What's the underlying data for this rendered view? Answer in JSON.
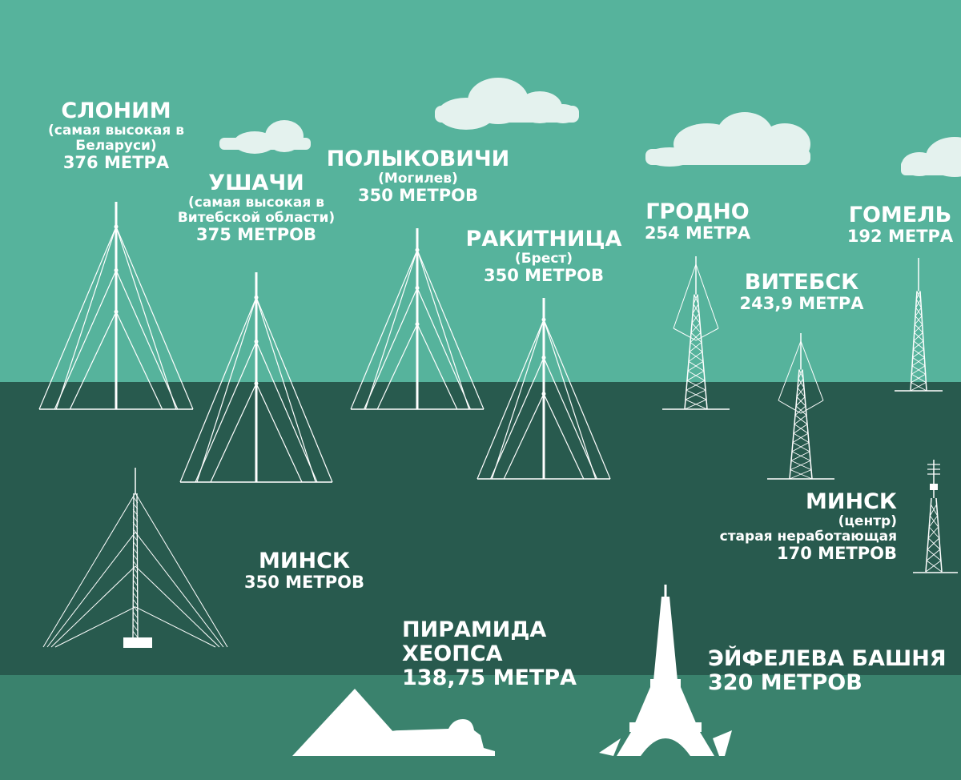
{
  "colors": {
    "sky": "#56b39c",
    "middle": "#285a4e",
    "ground": "#3a826d",
    "line": "#ffffff"
  },
  "towers": [
    {
      "id": "slonim",
      "name": "СЛОНИМ",
      "note": "(самая высокая в Беларуси)",
      "height_text": "376 МЕТРА",
      "height_m": 376
    },
    {
      "id": "ushachi",
      "name": "УШАЧИ",
      "note": "(самая высокая в Витебской области)",
      "height_text": "375 МЕТРОВ",
      "height_m": 375
    },
    {
      "id": "polykovichi",
      "name": "ПОЛЫКОВИЧИ",
      "note": "(Могилев)",
      "height_text": "350 МЕТРОВ",
      "height_m": 350
    },
    {
      "id": "rakitnitsa",
      "name": "РАКИТНИЦА",
      "note": "(Брест)",
      "height_text": "350 МЕТРОВ",
      "height_m": 350
    },
    {
      "id": "grodno",
      "name": "ГРОДНО",
      "note": "",
      "height_text": "254 МЕТРА",
      "height_m": 254
    },
    {
      "id": "gomel",
      "name": "ГОМЕЛЬ",
      "note": "",
      "height_text": "192 МЕТРА",
      "height_m": 192
    },
    {
      "id": "vitebsk",
      "name": "ВИТЕБСК",
      "note": "",
      "height_text": "243,9 МЕТРА",
      "height_m": 243.9
    },
    {
      "id": "minsk_center",
      "name": "МИНСК",
      "note": "(центр)",
      "note2": "старая неработающая",
      "height_text": "170 МЕТРОВ",
      "height_m": 170
    },
    {
      "id": "minsk",
      "name": "МИНСК",
      "note": "",
      "height_text": "350 МЕТРОВ",
      "height_m": 350
    }
  ],
  "landmarks": [
    {
      "id": "cheops",
      "name_line1": "ПИРАМИДА",
      "name_line2": "ХЕОПСА",
      "height_text": "138,75 МЕТРА",
      "height_m": 138.75
    },
    {
      "id": "eiffel",
      "name": "ЭЙФЕЛЕВА БАШНЯ",
      "height_text": "320 МЕТРОВ",
      "height_m": 320
    }
  ]
}
